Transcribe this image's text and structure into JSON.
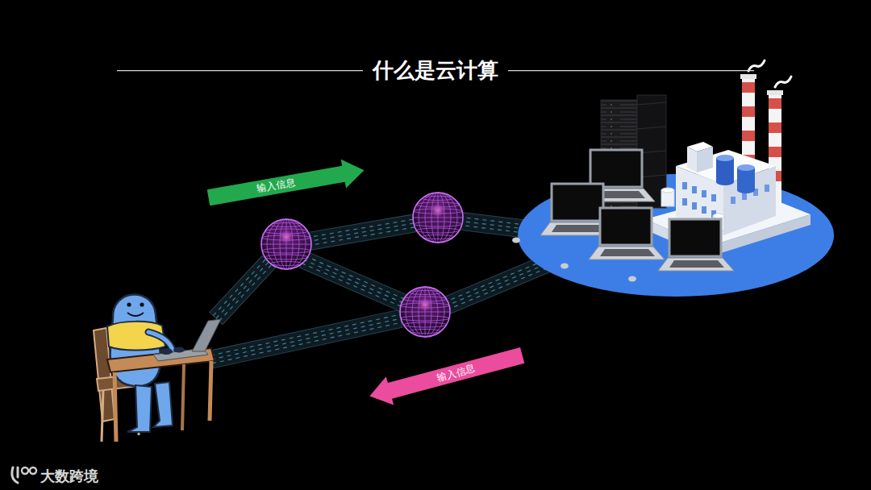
{
  "diagram": {
    "title": "什么是云计算",
    "nodes": [
      {
        "text": [
          "输入信息"
        ]
      },
      {
        "text": [
          "输入信息"
        ]
      }
    ],
    "labels": [
      "大数跨境"
    ]
  }
}
